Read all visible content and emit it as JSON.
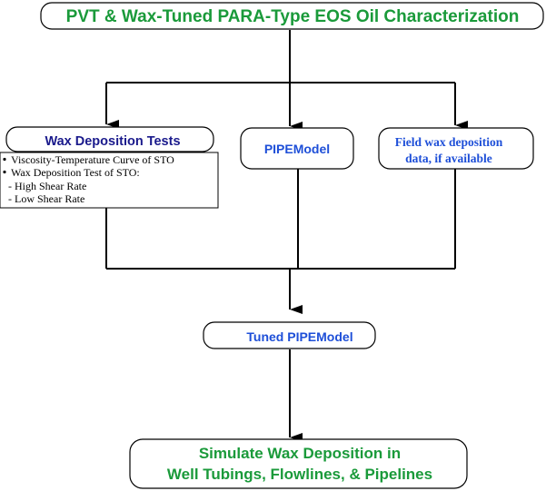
{
  "nodes": {
    "top": {
      "text": "PVT & Wax-Tuned PARA-Type EOS Oil Characterization"
    },
    "wax_tests": {
      "text": "Wax Deposition Tests",
      "details": [
        "Viscosity-Temperature Curve of STO",
        "Wax Deposition Test of STO:",
        "- High Shear Rate",
        "- Low Shear Rate"
      ]
    },
    "pipemodel": {
      "text": "PIPEModel"
    },
    "field": {
      "line1": "Field wax deposition",
      "line2": "data, if available"
    },
    "tuned": {
      "text": "Tuned PIPEModel"
    },
    "simulate": {
      "line1": "Simulate Wax Deposition in",
      "line2": "Well Tubings, Flowlines, & Pipelines"
    }
  },
  "colors": {
    "green_text": "#1a9a3a",
    "navy_text": "#1a1a8c",
    "blue_text": "#1e4fd8",
    "line": "#000000"
  }
}
